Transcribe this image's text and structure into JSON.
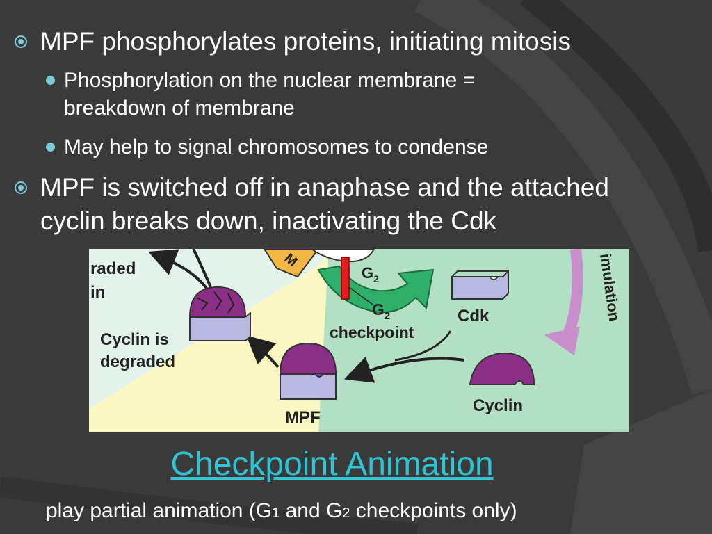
{
  "colors": {
    "background": "#3a3a3a",
    "text": "#ffffff",
    "link": "#2ec4d4",
    "bullet_l2": "#7fc8d8",
    "figure_left_bg": "#e3f2ea",
    "figure_mid_bg": "#fbf7c2",
    "figure_right_bg": "#b3dfc4",
    "cyclin_purple": "#8b2f86",
    "cdk_lavender": "#b8b8e0",
    "g2_green": "#2fb06a",
    "m_orange": "#f3b843",
    "checkpoint_red": "#e02020",
    "stimulation_arrow": "#c88fcc"
  },
  "bullets": [
    {
      "text": "MPF phosphorylates proteins, initiating mitosis",
      "sub": [
        {
          "line1": "Phosphorylation on the nuclear membrane  =",
          "line2": "breakdown of membrane"
        },
        {
          "line1": "May help to signal chromosomes to condense"
        }
      ]
    },
    {
      "line1": "MPF is switched off in anaphase and the attached",
      "line2": "cyclin breaks down, inactivating the Cdk"
    }
  ],
  "figure": {
    "label_degraded_partial_1": "raded",
    "label_degraded_partial_2": "in",
    "label_cyclin_is": "Cyclin is",
    "label_degraded": "degraded",
    "label_mpf": "MPF",
    "label_m": "M",
    "label_g2_phase": "G",
    "label_g2_phase_sub": "2",
    "label_g2_checkpoint_g": "G",
    "label_g2_checkpoint_sub": "2",
    "label_checkpoint": "checkpoint",
    "label_cdk": "Cdk",
    "label_cyclin": "Cyclin",
    "label_stimulation_partial": "imulation"
  },
  "link_text": "Checkpoint Animation",
  "caption": {
    "part1": "play partial animation (G",
    "sub1": "1",
    "part2": " and G",
    "sub2": "2",
    "part3": " checkpoints only)"
  },
  "icons": {
    "level1_bullet": "circled-dot-icon",
    "level2_bullet": "filled-dot-icon"
  }
}
